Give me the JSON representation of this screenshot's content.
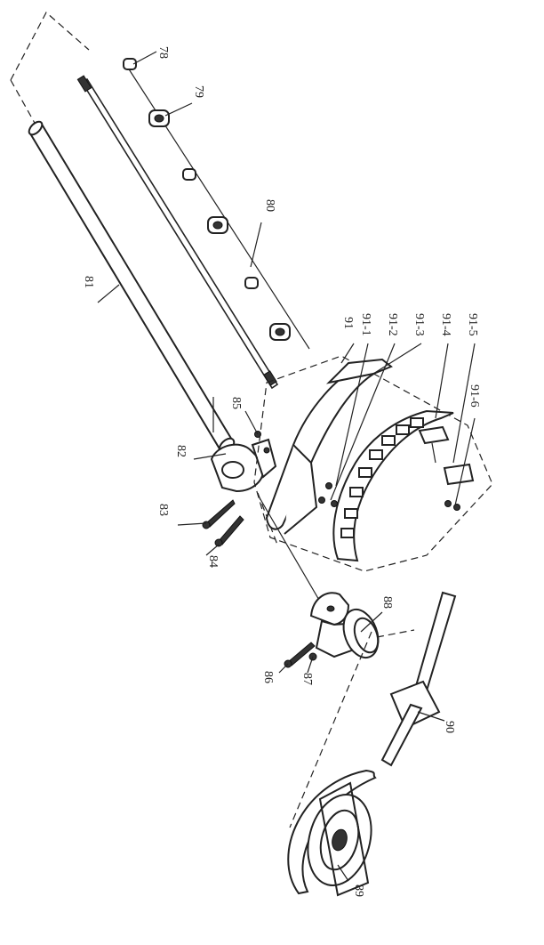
{
  "diagram": {
    "labels": {
      "p78": "78",
      "p79": "79",
      "p80": "80",
      "p81": "81",
      "p82": "82",
      "p83": "83",
      "p84": "84",
      "p85": "85",
      "p86": "86",
      "p87": "87",
      "p88": "88",
      "p89": "89",
      "p90": "90",
      "p91": "91",
      "p91_1": "91-1",
      "p91_2": "91-2",
      "p91_3": "91-3",
      "p91_4": "91-4",
      "p91_5": "91-5",
      "p91_6": "91-6"
    }
  }
}
